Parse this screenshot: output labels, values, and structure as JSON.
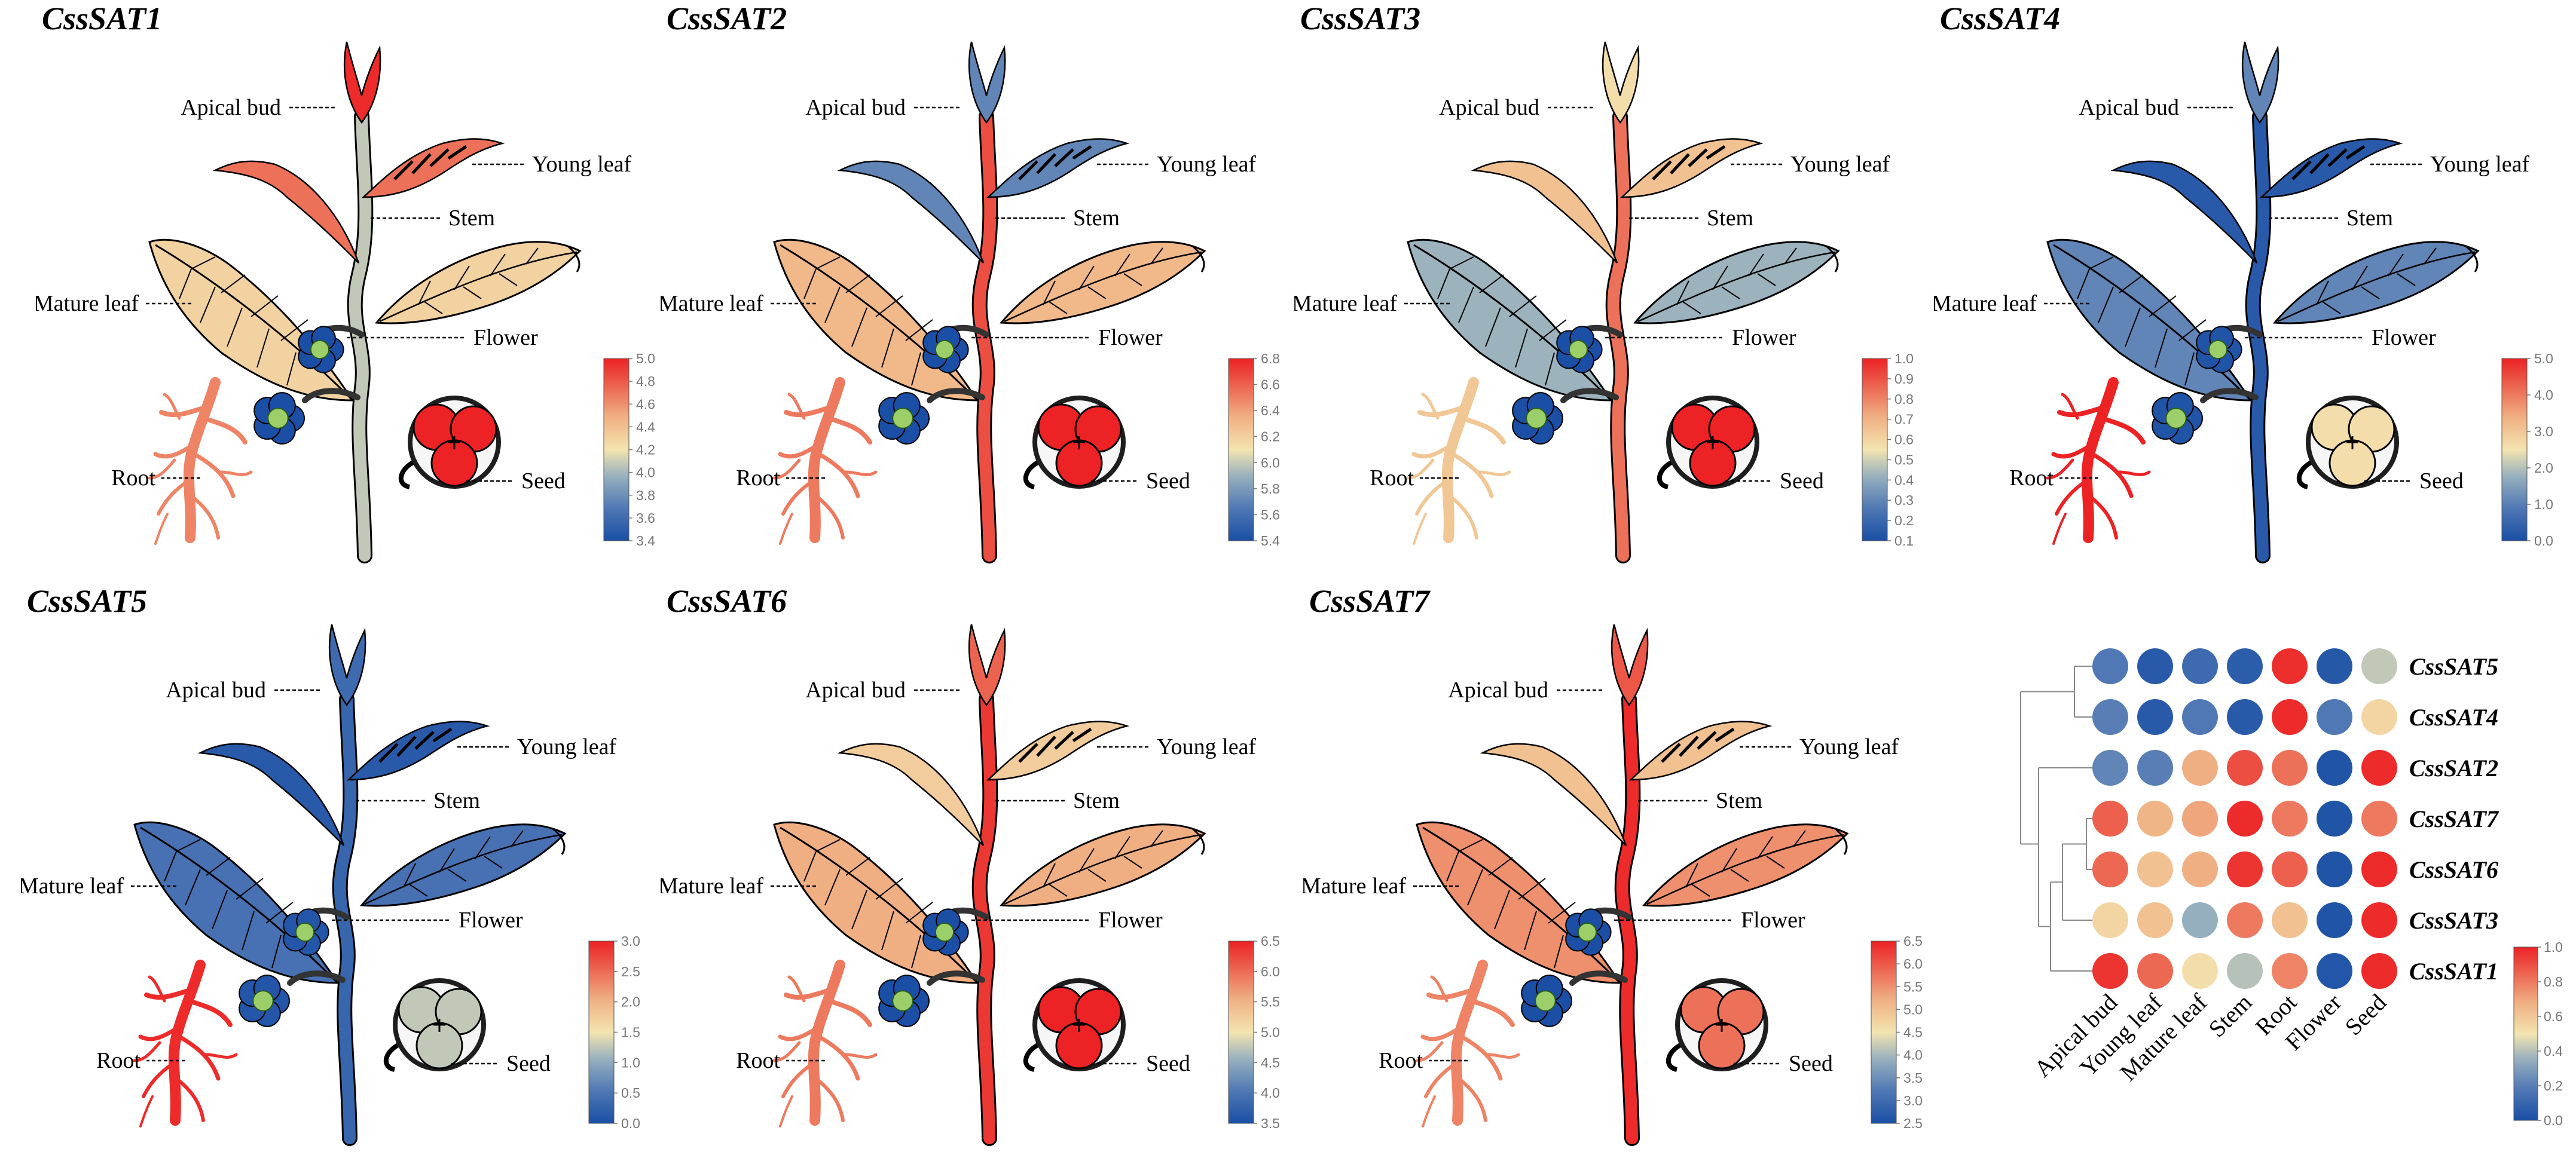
{
  "labels": {
    "apical_bud": "Apical bud",
    "young_leaf": "Young leaf",
    "stem": "Stem",
    "mature_leaf": "Mature leaf",
    "flower": "Flower",
    "root": "Root",
    "seed": "Seed"
  },
  "colors": {
    "scale_low": "#1a4fa5",
    "scale_mid": "#f3e4b0",
    "scale_high": "#ee2424",
    "flower": "#1856b4",
    "outline": "#000000"
  },
  "panels": [
    {
      "title": "CssSAT1",
      "scale": {
        "ticks": [
          "5.0",
          "4.8",
          "4.6",
          "4.4",
          "4.2",
          "4.0",
          "3.8",
          "3.6",
          "3.4"
        ]
      },
      "tissues": {
        "apical_bud": 0.98,
        "young_leaf": 0.82,
        "stem": 0.42,
        "mature_leaf": 0.56,
        "flower": 0.0,
        "root": 0.78,
        "seed": 1.0
      }
    },
    {
      "title": "CssSAT2",
      "scale": {
        "ticks": [
          "6.8",
          "6.6",
          "6.4",
          "6.2",
          "6.0",
          "5.8",
          "5.6",
          "5.4"
        ]
      },
      "tissues": {
        "apical_bud": 0.22,
        "young_leaf": 0.22,
        "stem": 0.9,
        "mature_leaf": 0.65,
        "flower": 0.0,
        "root": 0.8,
        "seed": 1.0
      }
    },
    {
      "title": "CssSAT3",
      "scale": {
        "ticks": [
          "1.0",
          "0.9",
          "0.8",
          "0.7",
          "0.6",
          "0.5",
          "0.4",
          "0.3",
          "0.2",
          "0.1"
        ]
      },
      "tissues": {
        "apical_bud": 0.52,
        "young_leaf": 0.62,
        "stem": 0.82,
        "mature_leaf": 0.36,
        "flower": 0.0,
        "root": 0.6,
        "seed": 1.0
      }
    },
    {
      "title": "CssSAT4",
      "scale": {
        "ticks": [
          "5.0",
          "4.0",
          "3.0",
          "2.0",
          "1.0",
          "0.0"
        ]
      },
      "tissues": {
        "apical_bud": 0.22,
        "young_leaf": 0.05,
        "stem": 0.05,
        "mature_leaf": 0.22,
        "flower": 0.02,
        "root": 1.0,
        "seed": 0.52
      }
    },
    {
      "title": "CssSAT5",
      "scale": {
        "ticks": [
          "3.0",
          "2.5",
          "2.0",
          "1.5",
          "1.0",
          "0.5",
          "0.0"
        ]
      },
      "tissues": {
        "apical_bud": 0.12,
        "young_leaf": 0.05,
        "stem": 0.1,
        "mature_leaf": 0.15,
        "flower": 0.03,
        "root": 0.98,
        "seed": 0.42
      }
    },
    {
      "title": "CssSAT6",
      "scale": {
        "ticks": [
          "6.5",
          "6.0",
          "5.5",
          "5.0",
          "4.5",
          "4.0",
          "3.5"
        ]
      },
      "tissues": {
        "apical_bud": 0.85,
        "young_leaf": 0.58,
        "stem": 0.95,
        "mature_leaf": 0.68,
        "flower": 0.0,
        "root": 0.8,
        "seed": 1.0
      }
    },
    {
      "title": "CssSAT7",
      "scale": {
        "ticks": [
          "6.5",
          "6.0",
          "5.5",
          "5.0",
          "4.5",
          "4.0",
          "3.5",
          "3.0",
          "2.5"
        ]
      },
      "tissues": {
        "apical_bud": 0.88,
        "young_leaf": 0.62,
        "stem": 0.98,
        "mature_leaf": 0.75,
        "flower": 0.0,
        "root": 0.78,
        "seed": 0.82
      }
    }
  ],
  "heatmap": {
    "columns": [
      "Apical bud",
      "Young leaf",
      "Mature leaf",
      "Stem",
      "Root",
      "Flower",
      "Seed"
    ],
    "rows": [
      {
        "gene": "CssSAT5",
        "values": [
          0.18,
          0.05,
          0.12,
          0.06,
          0.97,
          0.04,
          0.42
        ]
      },
      {
        "gene": "CssSAT4",
        "values": [
          0.2,
          0.05,
          0.18,
          0.05,
          0.98,
          0.18,
          0.55
        ]
      },
      {
        "gene": "CssSAT2",
        "values": [
          0.22,
          0.2,
          0.68,
          0.9,
          0.82,
          0.02,
          0.98
        ]
      },
      {
        "gene": "CssSAT7",
        "values": [
          0.86,
          0.66,
          0.7,
          0.98,
          0.8,
          0.02,
          0.8
        ]
      },
      {
        "gene": "CssSAT6",
        "values": [
          0.84,
          0.62,
          0.68,
          0.96,
          0.86,
          0.02,
          0.98
        ]
      },
      {
        "gene": "CssSAT3",
        "values": [
          0.55,
          0.62,
          0.35,
          0.8,
          0.62,
          0.02,
          0.98
        ]
      },
      {
        "gene": "CssSAT1",
        "values": [
          0.96,
          0.84,
          0.52,
          0.4,
          0.78,
          0.03,
          0.98
        ]
      }
    ],
    "scale_ticks": [
      "1.0",
      "0.8",
      "0.6",
      "0.4",
      "0.2",
      "0.0"
    ]
  }
}
